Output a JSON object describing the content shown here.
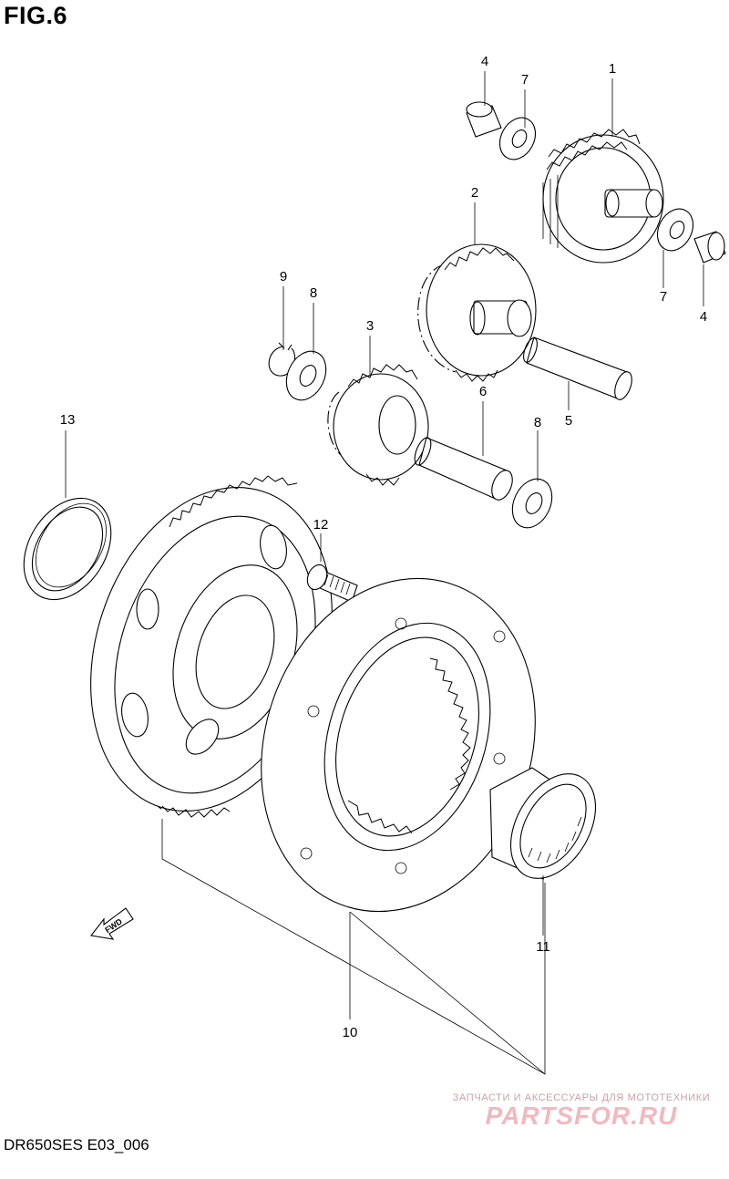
{
  "figure": {
    "title": "FIG.6",
    "code": "DR650SES E03_006",
    "direction_marker": "FWD"
  },
  "callouts": [
    {
      "id": "1",
      "label": "1"
    },
    {
      "id": "2",
      "label": "2"
    },
    {
      "id": "3",
      "label": "3"
    },
    {
      "id": "4a",
      "label": "4"
    },
    {
      "id": "4b",
      "label": "4"
    },
    {
      "id": "5",
      "label": "5"
    },
    {
      "id": "6",
      "label": "6"
    },
    {
      "id": "7a",
      "label": "7"
    },
    {
      "id": "7b",
      "label": "7"
    },
    {
      "id": "8a",
      "label": "8"
    },
    {
      "id": "8b",
      "label": "8"
    },
    {
      "id": "9",
      "label": "9"
    },
    {
      "id": "10",
      "label": "10"
    },
    {
      "id": "11",
      "label": "11"
    },
    {
      "id": "12",
      "label": "12"
    },
    {
      "id": "13",
      "label": "13"
    }
  ],
  "watermark": {
    "tagline": "ЗАПЧАСТИ И АКСЕССУАРЫ ДЛЯ МОТОТЕХНИКИ",
    "brand": "PARTSFOR.RU"
  }
}
